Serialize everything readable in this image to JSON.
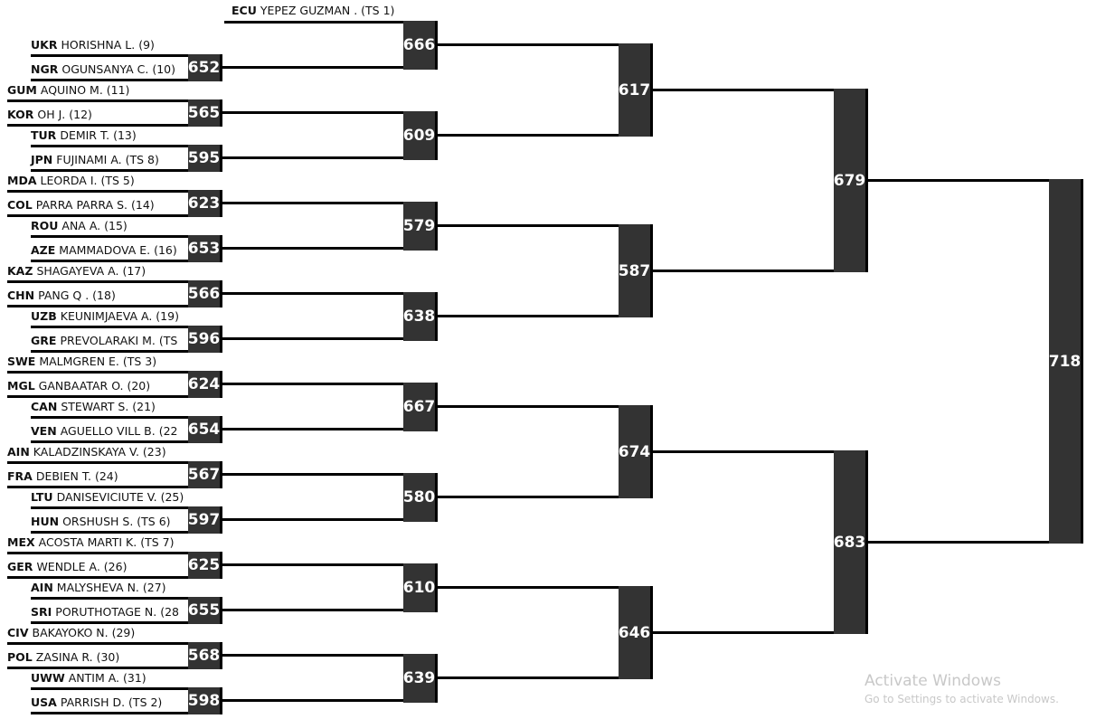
{
  "bye": {
    "country": "ECU",
    "name": "YEPEZ GUZMAN . (TS 1)"
  },
  "groups": [
    {
      "wide": null,
      "narrow": {
        "a": {
          "country": "UKR",
          "name": "HORISHNA L. (9)"
        },
        "b": {
          "country": "NGR",
          "name": "OGUNSANYA C. (10)"
        },
        "score": "652"
      }
    },
    {
      "wide": {
        "a": {
          "country": "GUM",
          "name": "AQUINO M. (11)"
        },
        "b": {
          "country": "KOR",
          "name": "OH J. (12)"
        },
        "score": "565"
      },
      "narrow": {
        "a": {
          "country": "TUR",
          "name": "DEMIR T. (13)"
        },
        "b": {
          "country": "JPN",
          "name": "FUJINAMI A. (TS 8)"
        },
        "score": "595"
      }
    },
    {
      "wide": {
        "a": {
          "country": "MDA",
          "name": "LEORDA I. (TS 5)"
        },
        "b": {
          "country": "COL",
          "name": "PARRA PARRA S. (14)"
        },
        "score": "623"
      },
      "narrow": {
        "a": {
          "country": "ROU",
          "name": "ANA A. (15)"
        },
        "b": {
          "country": "AZE",
          "name": "MAMMADOVA E. (16)"
        },
        "score": "653"
      }
    },
    {
      "wide": {
        "a": {
          "country": "KAZ",
          "name": "SHAGAYEVA A. (17)"
        },
        "b": {
          "country": "CHN",
          "name": "PANG Q . (18)"
        },
        "score": "566"
      },
      "narrow": {
        "a": {
          "country": "UZB",
          "name": "KEUNIMJAEVA A. (19)"
        },
        "b": {
          "country": "GRE",
          "name": "PREVOLARAKI M. (TS"
        },
        "score": "596"
      }
    },
    {
      "wide": {
        "a": {
          "country": "SWE",
          "name": "MALMGREN E. (TS 3)"
        },
        "b": {
          "country": "MGL",
          "name": "GANBAATAR O. (20)"
        },
        "score": "624"
      },
      "narrow": {
        "a": {
          "country": "CAN",
          "name": "STEWART S. (21)"
        },
        "b": {
          "country": "VEN",
          "name": "AGUELLO VILL B. (22"
        },
        "score": "654"
      }
    },
    {
      "wide": {
        "a": {
          "country": "AIN",
          "name": "KALADZINSKAYA V. (23)"
        },
        "b": {
          "country": "FRA",
          "name": "DEBIEN T. (24)"
        },
        "score": "567"
      },
      "narrow": {
        "a": {
          "country": "LTU",
          "name": "DANISEVICIUTE V. (25)"
        },
        "b": {
          "country": "HUN",
          "name": "ORSHUSH S. (TS 6)"
        },
        "score": "597"
      }
    },
    {
      "wide": {
        "a": {
          "country": "MEX",
          "name": "ACOSTA MARTI K. (TS 7)"
        },
        "b": {
          "country": "GER",
          "name": "WENDLE A. (26)"
        },
        "score": "625"
      },
      "narrow": {
        "a": {
          "country": "AIN",
          "name": "MALYSHEVA N. (27)"
        },
        "b": {
          "country": "SRI",
          "name": "PORUTHOTAGE N. (28"
        },
        "score": "655"
      }
    },
    {
      "wide": {
        "a": {
          "country": "CIV",
          "name": "BAKAYOKO N. (29)"
        },
        "b": {
          "country": "POL",
          "name": "ZASINA R. (30)"
        },
        "score": "568"
      },
      "narrow": {
        "a": {
          "country": "UWW",
          "name": "ANTIM A. (31)"
        },
        "b": {
          "country": "USA",
          "name": "PARRISH D. (TS 2)"
        },
        "score": "598"
      }
    }
  ],
  "round2": [
    "666",
    "609",
    "579",
    "638",
    "667",
    "580",
    "610",
    "639"
  ],
  "round3": [
    "617",
    "587",
    "674",
    "646"
  ],
  "round4": [
    "679",
    "683"
  ],
  "final": "718",
  "watermark": {
    "line1": "Activate Windows",
    "line2": "Go to Settings to activate Windows."
  },
  "colors": {
    "box": "#333333",
    "line": "#000000"
  }
}
